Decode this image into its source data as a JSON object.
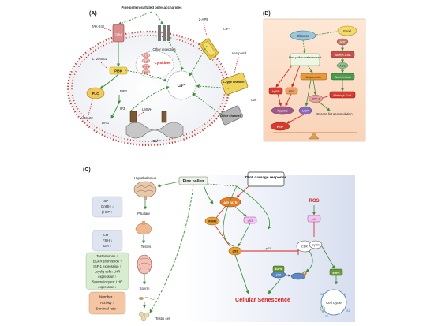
{
  "panel_a": {
    "label": "(A)",
    "ligand": "Pine pollen sulfated polysaccharides",
    "tak": "TAK-242",
    "tlr4": "TLR4",
    "other_receptors": "Other receptors",
    "apb": "2-APB",
    "ca_ext": "Ca²⁺",
    "verapamil": "Verapamil",
    "ly": "LY294002",
    "pi3k": "PI3K",
    "plc": "PLC",
    "pip2": "PIP2",
    "ip3": "IP3",
    "dag": "DAG",
    "u73122": "U73122",
    "cytokines": "Cytokines",
    "il1": "IL-1",
    "il6": "IL-6",
    "tnf": "TNF-α",
    "no": "NO",
    "ca_cyto": "Ca²⁺",
    "lmwh": "LMWH",
    "ca_er": "Ca²⁺",
    "ca_ltype": "Ca²⁺",
    "ltype": "L-type channel",
    "other_channel": "Other channel"
  },
  "panel_b": {
    "label": "(B)",
    "food": "Food",
    "glucose": "Glucose",
    "atp_gly": "ATP",
    "acetyl_coa": "Acetyl-CoA",
    "acc": "ACC",
    "acetyl_coa2": "Acetyl-CoA",
    "malonyl": "Malonyl-CoA",
    "extract": "Pine pollen water extract",
    "agrp": "AgRP",
    "npy": "NPY",
    "adiponectin": "Adiponectin",
    "cpt1": "CPT-1",
    "appetite": "Appetite",
    "ucp": "UCP",
    "atp_out": "ATP",
    "excess": "Excess fat accumulation"
  },
  "panel_c": {
    "label": "(C)",
    "hypothalamus": "Hypothalamus",
    "pine_pollen": "Pine pollen",
    "dna_damage": "DNA damage response",
    "atm": "ATM/ATR",
    "mdm2": "MDM2",
    "p53_top": "p53",
    "p53": "p53",
    "p21": "p21",
    "ros": "ROS",
    "p16": "p16",
    "cdk": "CDK",
    "cyclin": "Cyclin",
    "e2fs_left": "E2Fs",
    "prb": "pRB",
    "p_mark": "P",
    "e2fs_right": "E2Fs",
    "senescence": "Cellular Senescence",
    "cell_cycle": "Cell Cycle",
    "phase_g1": "G1",
    "phase_s": "S",
    "phase_g2": "G2",
    "phase_m": "M",
    "phase_g0": "G0",
    "pituitary": "Pituitary",
    "testes": "Testes",
    "sperm": "Sperm",
    "testis_cell": "Testis cell",
    "box1": [
      "SP ↓",
      "GnRH ↓",
      "β-EP ↑"
    ],
    "box2": [
      "LH ↓",
      "FSH ↓",
      "GH ↑"
    ],
    "box3": [
      "Testosterone ↑",
      "EGFR expression ↑",
      "IGF-1 expression ↑",
      "Leydig cells: LHR",
      "expression ↑",
      "Spermatocytes: LHR",
      "expression ↓"
    ],
    "box4": [
      "Number ↑",
      "Activity ↑",
      "Survival rate ↑"
    ]
  },
  "colors": {
    "membrane": "#c0392b",
    "green": "#3a8f3a",
    "orange": "#e67e22",
    "red": "#d62020",
    "blue_bg": "#dfe6f2",
    "peach_bg": "#fbe3cf"
  }
}
